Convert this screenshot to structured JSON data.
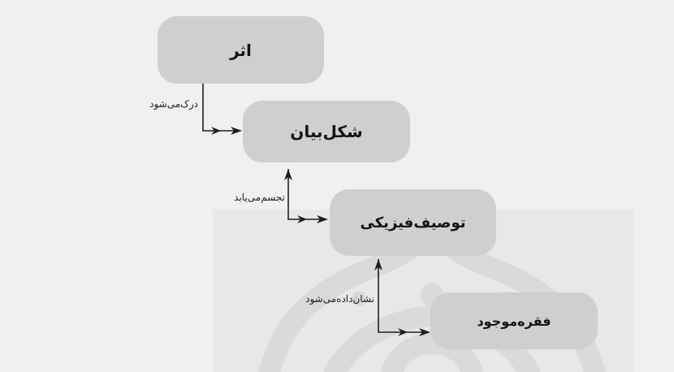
{
  "diagram": {
    "nodes": [
      {
        "id": "athar",
        "label": "اثر"
      },
      {
        "id": "shekl",
        "label": "شکل‌بیان"
      },
      {
        "id": "tosif",
        "label": "توصیف‌فیزیکی"
      },
      {
        "id": "faqare",
        "label": "فقره‌موجود"
      }
    ],
    "edges": [
      {
        "from": "athar",
        "to": "shekl",
        "label": "درک‌می‌شود"
      },
      {
        "from": "shekl",
        "to": "tosif",
        "label": "تجسم‌می‌یابد"
      },
      {
        "from": "tosif",
        "to": "faqare",
        "label": "نشان‌داده‌می‌شود"
      }
    ]
  },
  "colors": {
    "background": "#f0f0f1",
    "panel": "#e8e8e9",
    "node_fill": "#cfcfd0",
    "text": "#141414",
    "arrow": "#1e1e1e",
    "watermark": "#dcdcdd"
  }
}
